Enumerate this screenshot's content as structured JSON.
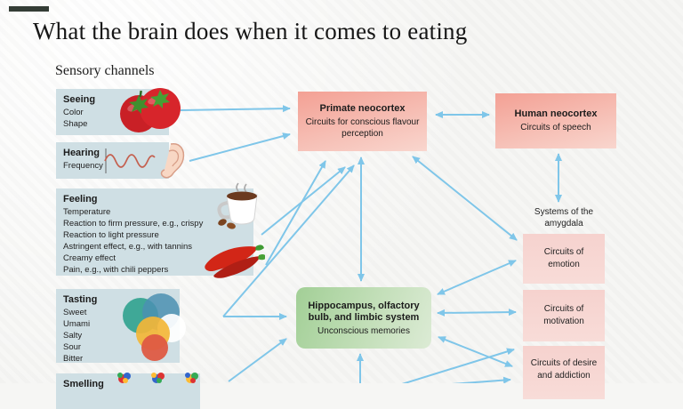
{
  "slide": {
    "title": "What the brain does when it comes to eating",
    "section_label": "Sensory channels"
  },
  "sensory_channels": [
    {
      "label": "Seeing",
      "items": [
        "Color",
        "Shape"
      ],
      "icon": "tomatoes-icon"
    },
    {
      "label": "Hearing",
      "items": [
        "Frequency"
      ],
      "icon": "ear-soundwave-icon"
    },
    {
      "label": "Feeling",
      "items": [
        "Temperature",
        "Reaction to firm pressure, e.g., crispy",
        "Reaction to light pressure",
        "Astringent effect, e.g., with tannins",
        "Creamy effect",
        "Pain, e.g., with chili peppers"
      ],
      "icon": "coffee-cup-icon / chili-peppers-icon"
    },
    {
      "label": "Tasting",
      "items": [
        "Sweet",
        "Umami",
        "Salty",
        "Sour",
        "Bitter"
      ],
      "icon": "taste-circles-icon"
    },
    {
      "label": "Smelling",
      "items": [],
      "icon": "scent-blobs-icon"
    }
  ],
  "brain_regions": {
    "primate": {
      "title": "Primate neocortex",
      "subtitle": "Circuits for conscious flavour perception"
    },
    "human": {
      "title": "Human neocortex",
      "subtitle": "Circuits of speech"
    },
    "hippocampus": {
      "title": "Hippocampus, olfactory bulb, and limbic system",
      "subtitle": "Unconscious memories"
    }
  },
  "amygdala": {
    "label": "Systems of the amygdala",
    "circuits": [
      "Circuits of emotion",
      "Circuits of motivation",
      "Circuits of desire and addiction"
    ]
  },
  "colors": {
    "arrow": "#7fc6e9",
    "sensory_box": "#cfdfe4",
    "neocortex_box": "#f3a094",
    "circuit_box": "#f6d2ce",
    "hippocampus_box": "#a2cf96",
    "background": "#f6f6f4"
  }
}
